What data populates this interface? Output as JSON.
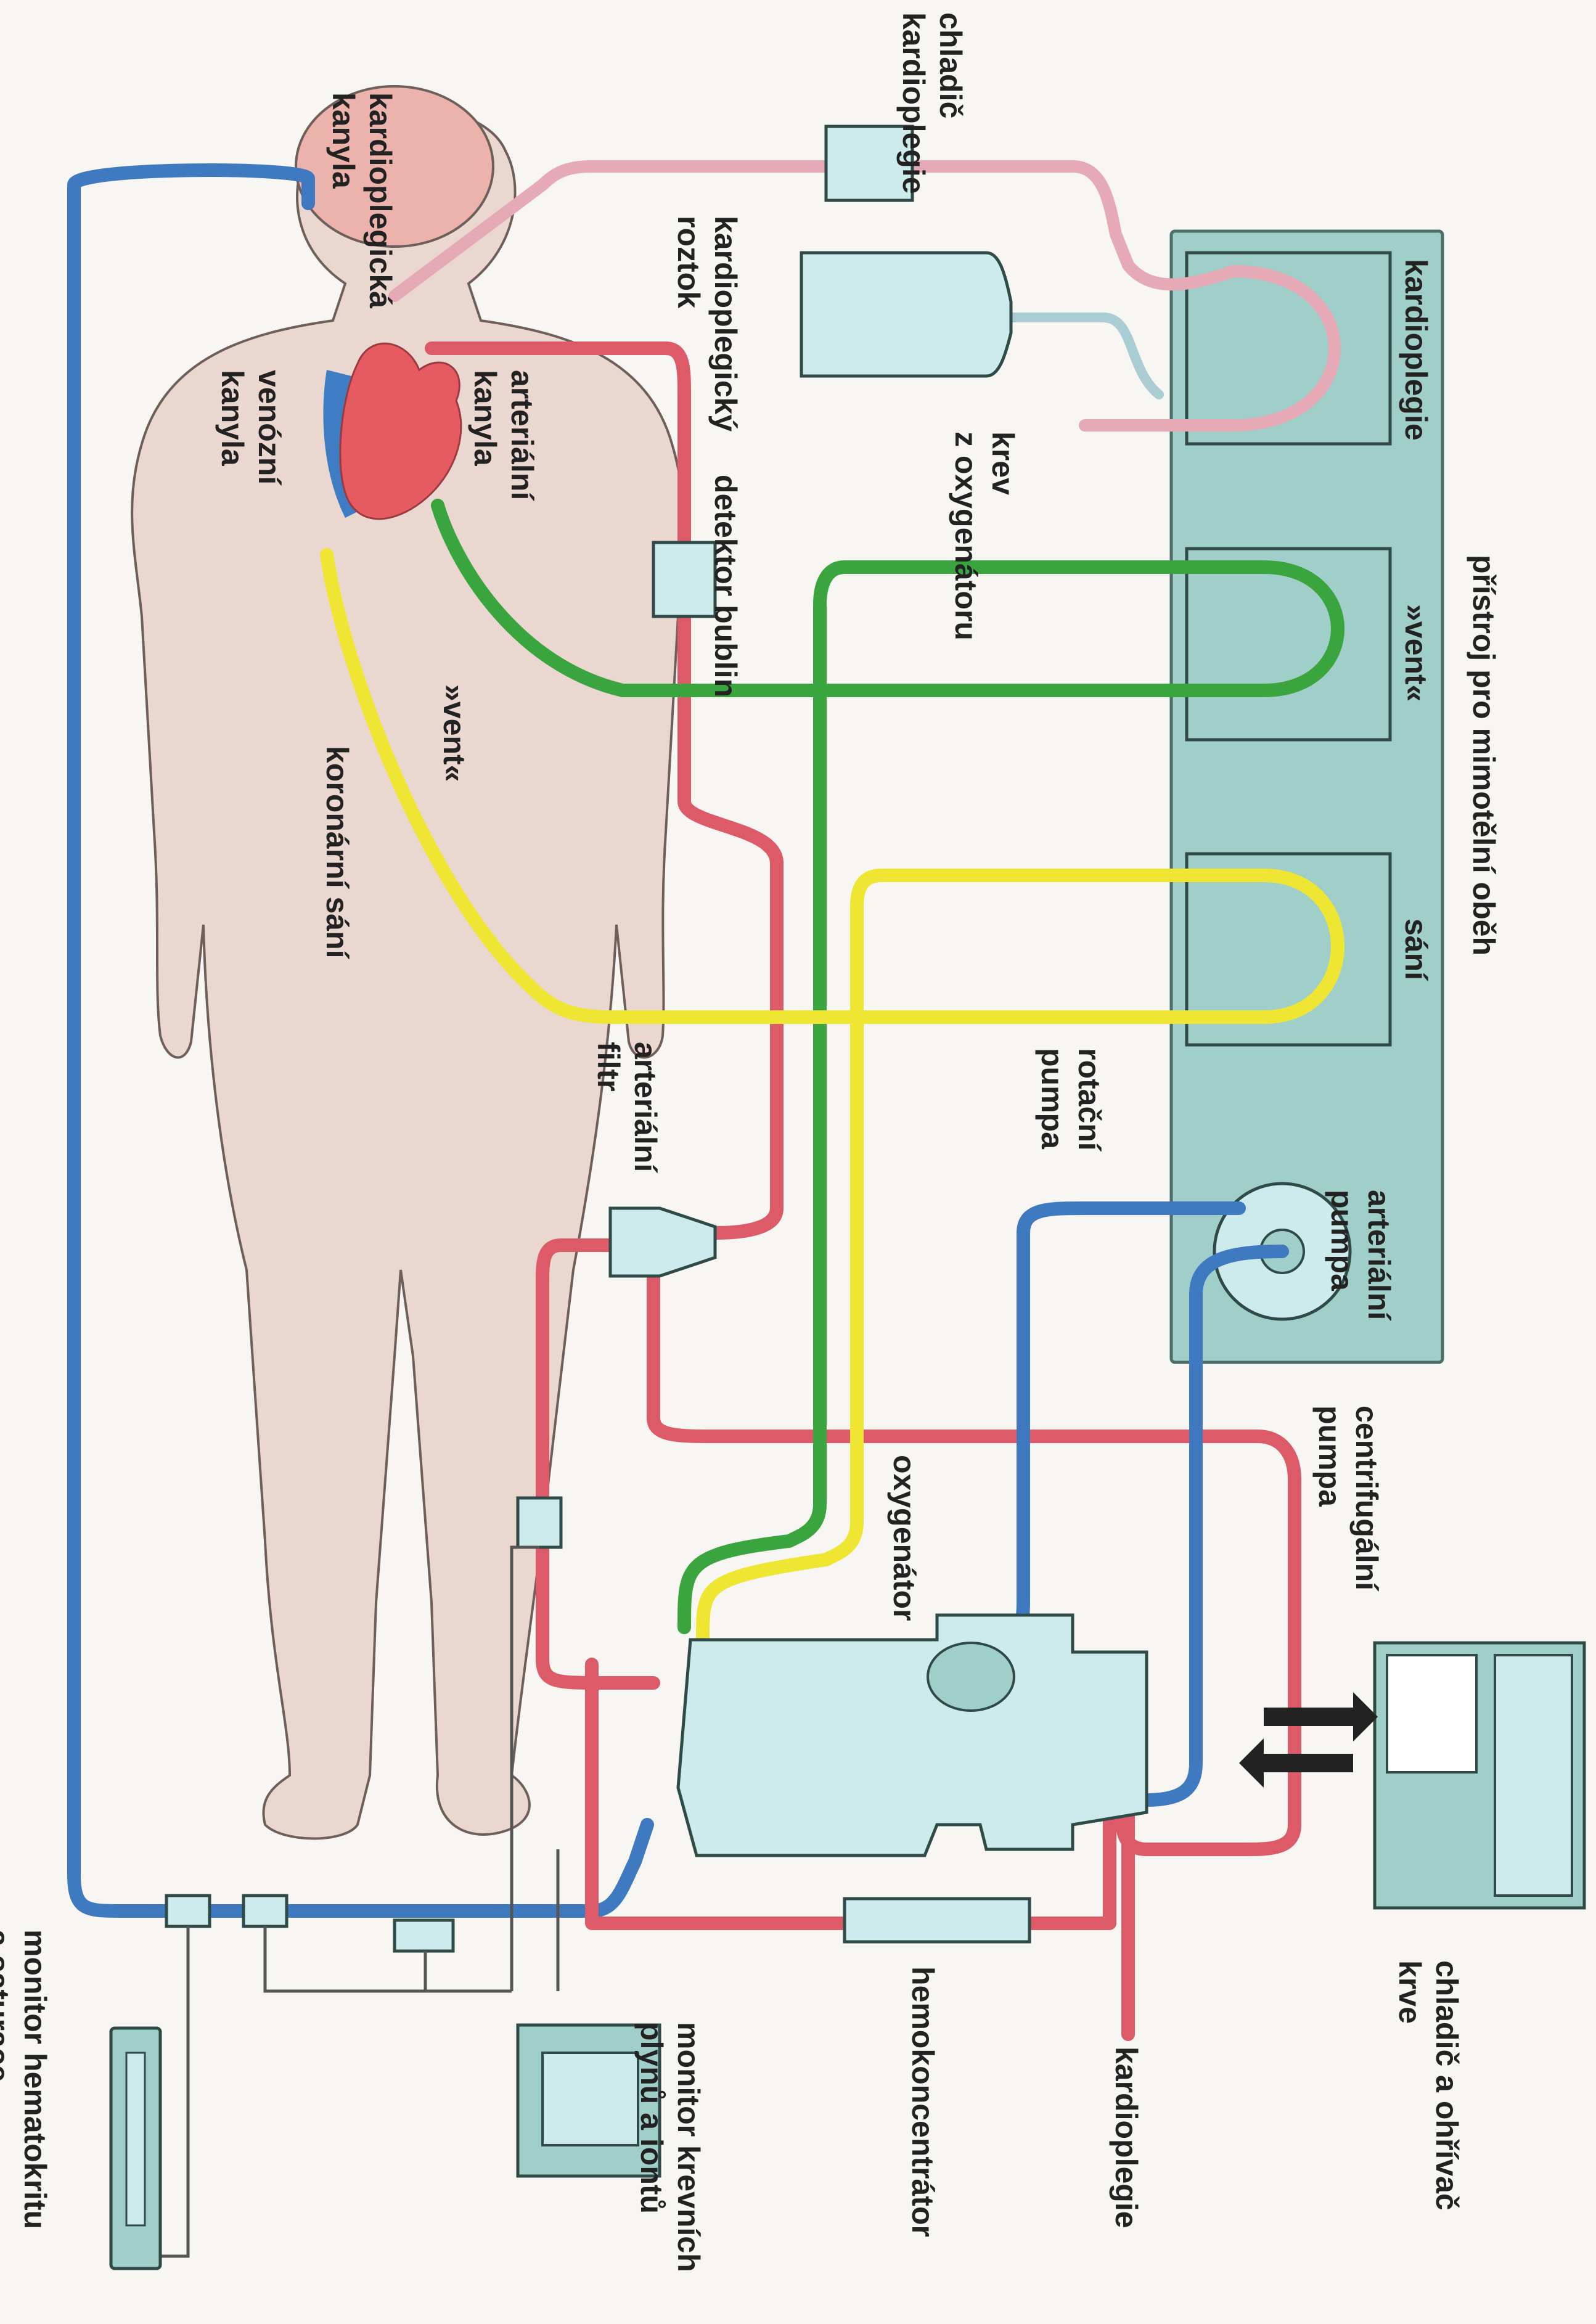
{
  "colors": {
    "background": "#f7f6f2",
    "body_skin": "#ead7d0",
    "body_outline": "#6e5f5a",
    "head_skin": "#ecb3ad",
    "venous_blue": "#3f79c0",
    "arterial_red": "#dd5a68",
    "vent_green": "#3aa43e",
    "suction_yellow": "#efe634",
    "cardioplegia_pink": "#e6a9b6",
    "device_panel": "#9fcfc8",
    "device_light": "#cdeaec",
    "heart_red": "#e65a62",
    "heart_blue": "#3e7cc3",
    "monitor_wire": "#555555"
  },
  "labels": {
    "kardioplegicka_kanyla": [
      "kardioplegická",
      "kanyla"
    ],
    "chladic_kardioplegie": [
      "chladič",
      "kardioplegie"
    ],
    "venozni_kanyla": [
      "venózní",
      "kanyla"
    ],
    "arterialni_kanyla": [
      "arteriální",
      "kanyla"
    ],
    "kardioplegicky_roztok": [
      "kardioplegický",
      "roztok"
    ],
    "krev_z_oxygenatoru": [
      "krev",
      "z oxygenátoru"
    ],
    "detektor_bublin": "detektor bublin",
    "vent": "»vent«",
    "koronarni_sani": "koronární sání",
    "arterialni_filtr": [
      "arteriální",
      "filtr"
    ],
    "rotacni_pumpa": [
      "rotační",
      "pumpa"
    ],
    "arterialni_pumpa": [
      "arteriální",
      "pumpa"
    ],
    "centrifugalni_pumpa": [
      "centrifugální",
      "pumpa"
    ],
    "oxygenator": "oxygenátor",
    "pristroj": "přístroj pro mimotělní oběh",
    "pump_kardioplegie": "kardioplegie",
    "pump_vent": "»vent«",
    "pump_sani": "sání",
    "monitor_hematokritu": [
      "monitor hematokritu",
      "a saturace"
    ],
    "monitor_krevnich": [
      "monitor krevních",
      "plynů a iontů"
    ],
    "hemokoncentrator": "hemokoncentrátor",
    "kardioplegie_bottom": "kardioplegie",
    "chladic_ohrivac": [
      "chladič a ohřívač",
      "krve"
    ]
  }
}
